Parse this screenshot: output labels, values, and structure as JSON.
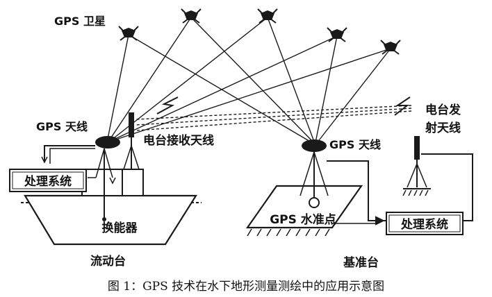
{
  "labels": {
    "gps_satellite": "GPS 卫星",
    "rover_gps_antenna": "GPS 天线",
    "radio_receive_antenna": "电台接收天线",
    "rover_processing": "处理系统",
    "transducer": "换能器",
    "rover_station": "流动台",
    "base_gps_antenna": "GPS 天线",
    "radio_transmit_antenna_line1": "电台发",
    "radio_transmit_antenna_line2": "射天线",
    "gps_benchmark": "GPS 水准点",
    "base_processing": "处理系统",
    "base_station": "基准台",
    "caption": "图 1：GPS 技术在水下地形测量测绘中的应用示意图",
    "water_level_symbol": "▽"
  },
  "colors": {
    "ink": "#1a1a1a",
    "background": "#ffffff"
  }
}
